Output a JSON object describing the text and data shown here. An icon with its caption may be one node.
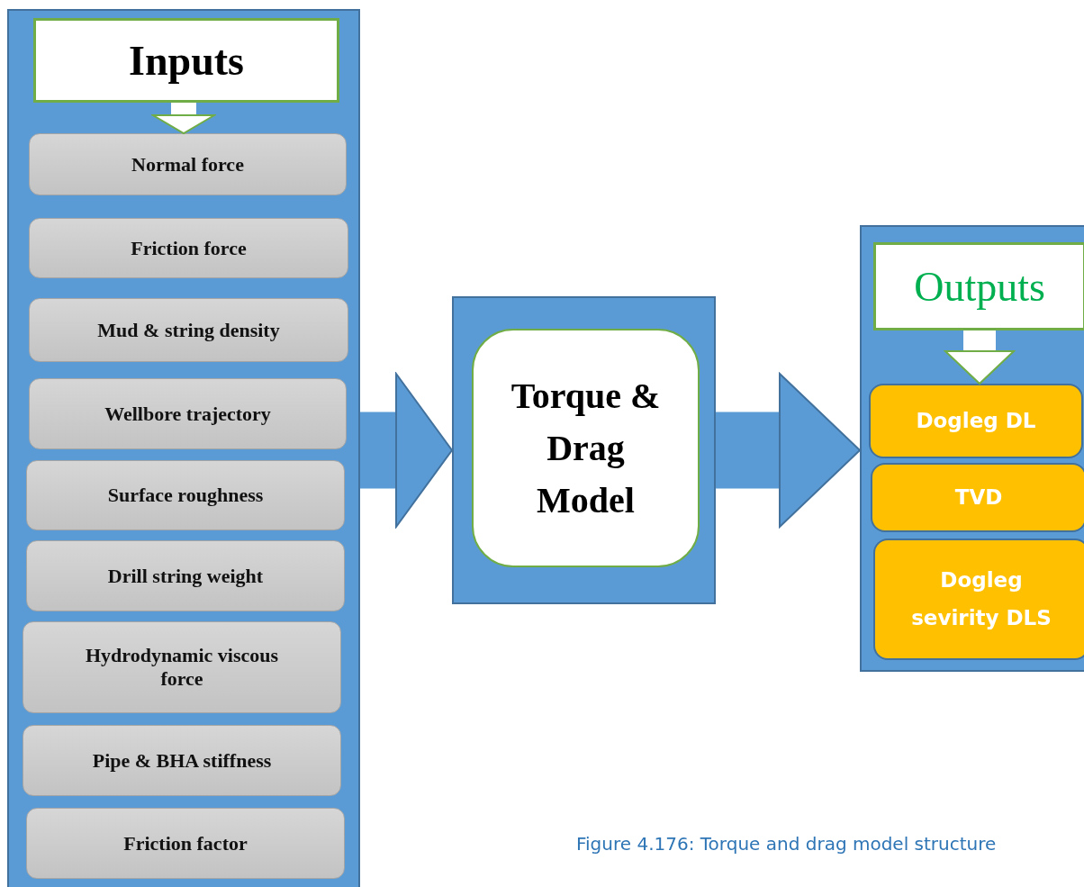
{
  "diagram": {
    "caption": "Figure 4.176: Torque and drag model structure",
    "nodes": [
      {
        "text": [],
        "shape": "box"
      },
      {
        "text": [
          "Inputs"
        ],
        "in": 0
      },
      {
        "text": [
          "Normal force"
        ],
        "in": 0
      },
      {
        "text": [
          "Friction force"
        ],
        "in": 0
      },
      {
        "text": [
          "Mud & string density"
        ],
        "in": 0
      },
      {
        "text": [
          "Wellbore trajectory"
        ],
        "in": 0
      },
      {
        "text": [
          "Surface roughness"
        ],
        "in": 0
      },
      {
        "text": [
          "Drill string weight"
        ],
        "in": 0
      },
      {
        "text": [
          "Hydrodynamic viscous force"
        ],
        "in": 0
      },
      {
        "text": [
          "Pipe & BHA stiffness"
        ],
        "in": 0
      },
      {
        "text": [
          "Friction factor"
        ],
        "in": 0
      },
      {
        "text": [],
        "shape": "box"
      },
      {
        "text": [
          "Torque & Drag Model"
        ],
        "in": 11
      },
      {
        "text": [],
        "shape": "box"
      },
      {
        "text": [
          "Outputs"
        ],
        "in": 13
      },
      {
        "text": [
          "Dogleg DL"
        ],
        "in": 13
      },
      {
        "text": [
          "TVD"
        ],
        "in": 13
      },
      {
        "text": [
          "Dogleg sevirity DLS"
        ],
        "in": 13
      }
    ],
    "edges": [
      {
        "from": 0,
        "to": 11,
        "arrow": "to",
        "style": "thick",
        "color": "#5b9bd5"
      },
      {
        "from": 11,
        "to": 13,
        "arrow": "to",
        "style": "thick",
        "color": "#5b9bd5"
      },
      {
        "from": 1,
        "to": 2,
        "arrow": "to",
        "color": "#ffffff"
      },
      {
        "from": 14,
        "to": 15,
        "arrow": "to",
        "color": "#ffffff"
      }
    ]
  }
}
